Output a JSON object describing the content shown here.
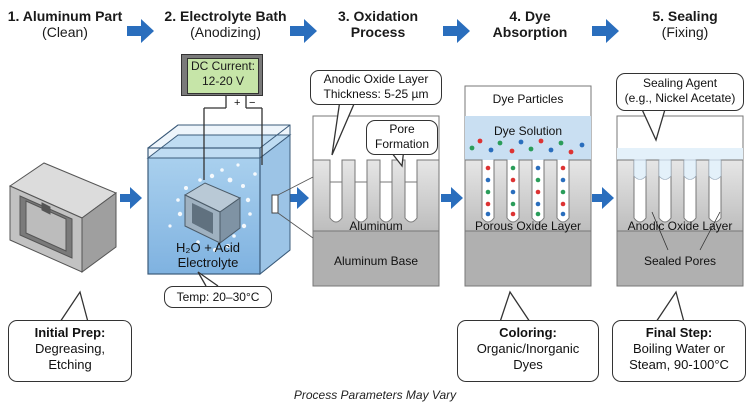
{
  "steps": [
    {
      "title": "1. Aluminum Part",
      "subtitle": "(Clean)"
    },
    {
      "title": "2. Electrolyte Bath",
      "subtitle": "(Anodizing)"
    },
    {
      "title": "3. Oxidation",
      "subtitle": "Process"
    },
    {
      "title": "4. Dye",
      "subtitle": "Absorption"
    },
    {
      "title": "5. Sealing",
      "subtitle": "(Fixing)"
    }
  ],
  "power_supply": {
    "line1": "DC Current:",
    "line2": "12-20 V",
    "plus": "+",
    "minus": "−"
  },
  "bath": {
    "electrolyte_line1": "H₂O + Acid",
    "electrolyte_line2": "Electrolyte",
    "temp": "Temp: 20–30°C"
  },
  "oxidation": {
    "oxide_callout": "Anodic Oxide Layer\nThickness: 5-25 µm",
    "pore_callout": "Pore\nFormation",
    "layer_label": "Aluminum",
    "base_label": "Aluminum Base"
  },
  "dye": {
    "particles_label": "Dye Particles",
    "solution_label": "Dye Solution",
    "layer_label": "Porous Oxide Layer"
  },
  "sealing": {
    "agent_callout": "Sealing Agent\n(e.g., Nickel Acetate)",
    "layer_label": "Anodic Oxide Layer",
    "pores_label": "Sealed Pores"
  },
  "bottom_callouts": [
    {
      "title": "Initial Prep:",
      "body": "Degreasing,\nEtching"
    },
    {
      "title": "Coloring:",
      "body": "Organic/Inorganic\nDyes"
    },
    {
      "title": "Final Step:",
      "body": "Boiling Water or\nSteam, 90-100°C"
    }
  ],
  "footer": "Process Parameters May Vary",
  "colors": {
    "arrow": "#2a6ebd",
    "aluminum": "#cfcfcf",
    "base": "#b0b0b0",
    "water": "#8fbfe6",
    "dye_solution": "#c9dff2",
    "seal": "#e4f1fa",
    "display": "#c6e5a8"
  }
}
